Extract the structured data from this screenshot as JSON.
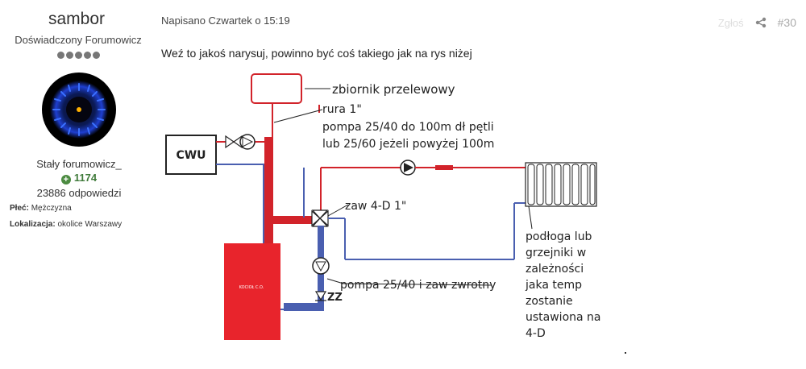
{
  "author": {
    "name": "sambor",
    "rank": "Doświadczony Forumowicz",
    "group": "Stały forumowicz_",
    "reputation": "1174",
    "posts": "23886 odpowiedzi",
    "fields": [
      {
        "label": "Płeć:",
        "value": "Mężczyzna"
      },
      {
        "label": "Lokalizacja:",
        "value": "okolice Warszawy"
      }
    ],
    "rank_pips": 5
  },
  "post": {
    "meta": "Napisano Czwartek o 15:19",
    "report_label": "Zgłoś",
    "number": "#30",
    "text": "Weź to jakoś narysuj, powinno być coś takiego jak na rys niżej"
  },
  "diagram": {
    "labels": {
      "tank": "zbiornik przelewowy",
      "pipe": "rura 1\"",
      "pump1_line1": "pompa  25/40 do 100m dł pętli",
      "pump1_line2": "lub 25/60 jeżeli powyżej 100m",
      "cwu": "CWU",
      "valve4d": "zaw 4-D 1\"",
      "boiler": "KOCIOŁ C.O.",
      "pump2": "pompa 25/40  i zaw zwrotny",
      "zz": "ZZ",
      "floor_lines": [
        "podłoga lub",
        "grzejniki w",
        "zależności",
        "jaka temp",
        "zostanie",
        "ustawiona na",
        "4-D"
      ]
    },
    "colors": {
      "supply": "#d2232a",
      "return": "#4a5fb0",
      "boiler": "#e8242c",
      "lines": "#222222"
    }
  }
}
